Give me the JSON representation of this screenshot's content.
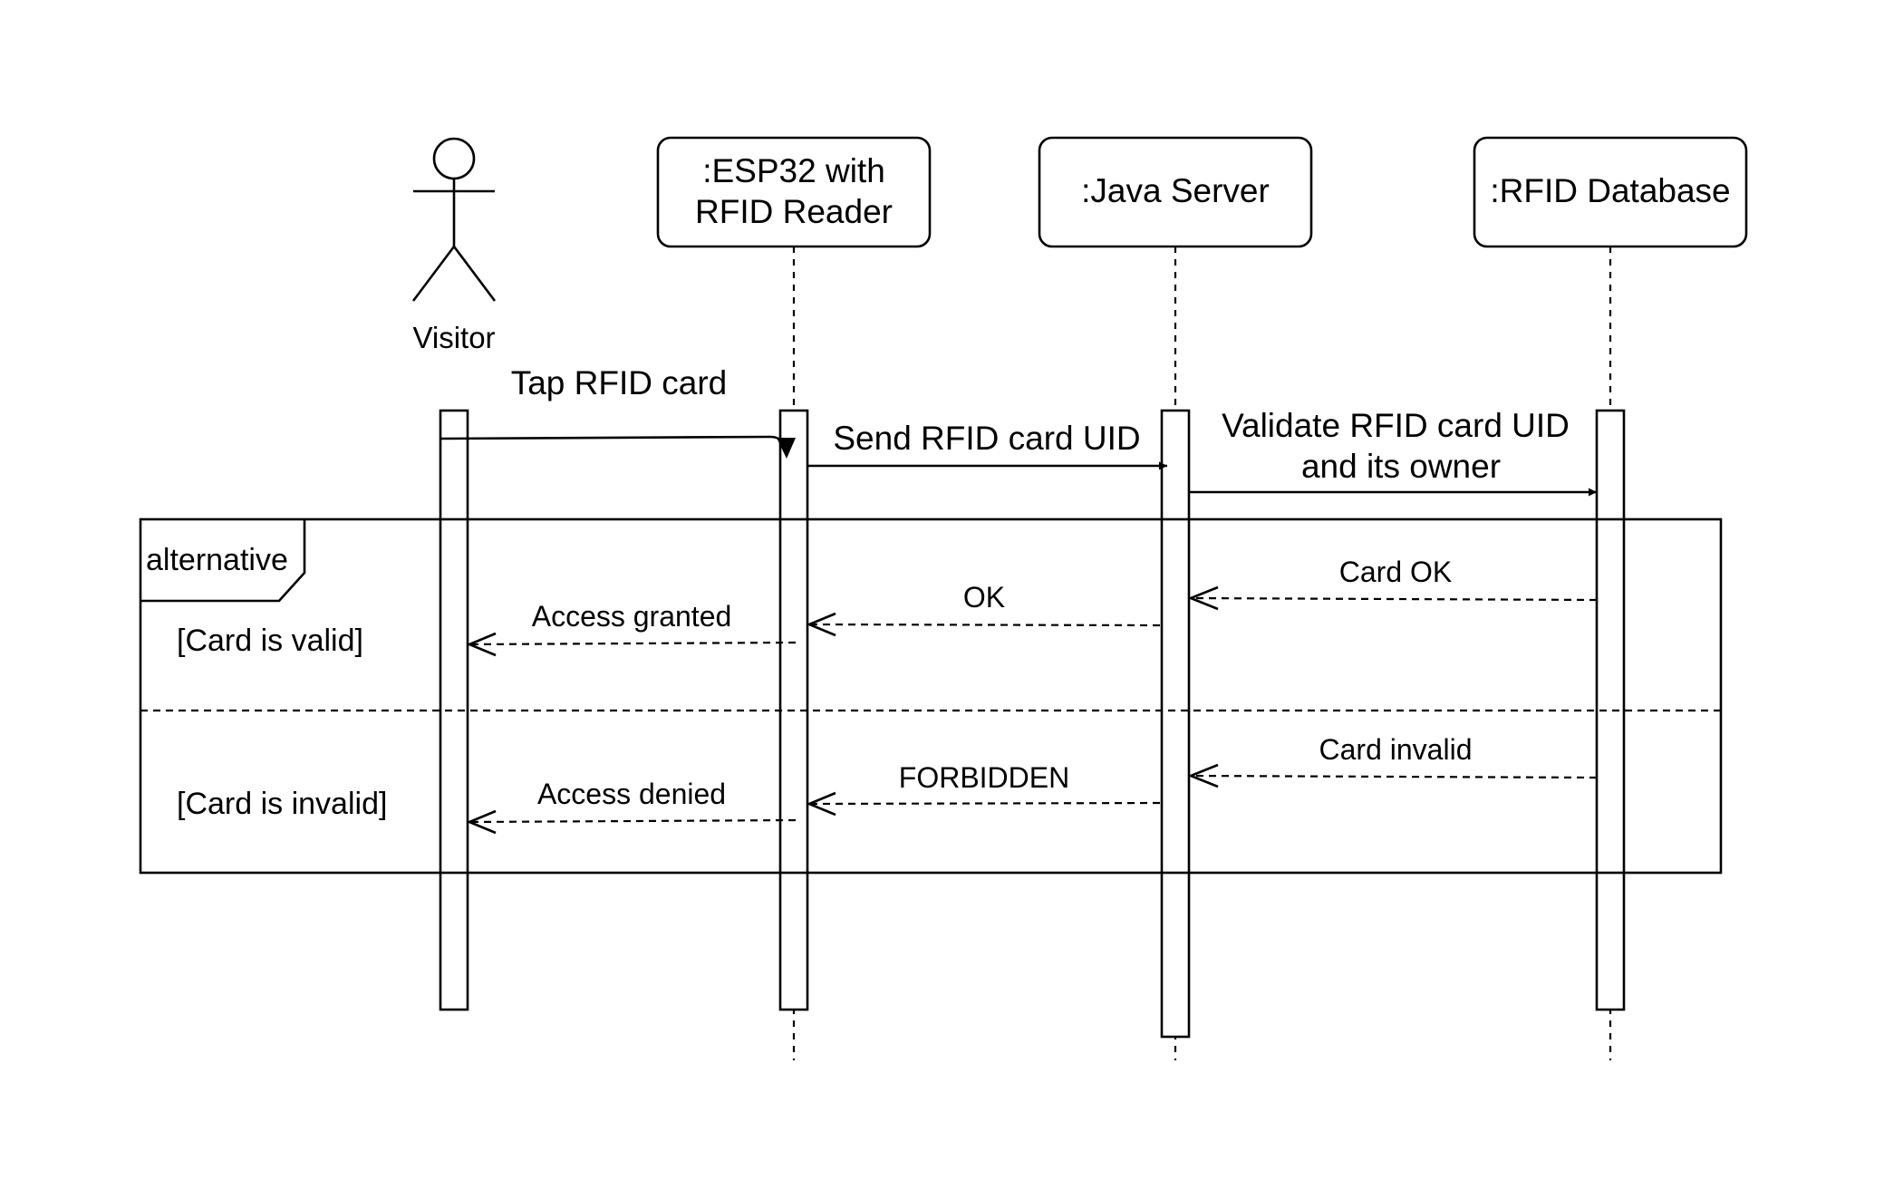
{
  "participants": {
    "visitor": {
      "label": "Visitor",
      "icon": "stick-figure-actor-icon"
    },
    "esp32": {
      "line1": ":ESP32 with",
      "line2": "RFID Reader"
    },
    "server": {
      "label": ":Java Server"
    },
    "database": {
      "label": ":RFID Database"
    }
  },
  "messages": {
    "tap_card": "Tap RFID card",
    "send_uid": "Send RFID card UID",
    "validate_line1": "Validate RFID card UID",
    "validate_line2": "and its owner"
  },
  "fragment": {
    "operator": "alternative",
    "valid_branch": {
      "guard": "[Card is valid]",
      "db_reply": "Card OK",
      "server_reply": "OK",
      "esp_reply": "Access granted"
    },
    "invalid_branch": {
      "guard": "[Card is invalid]",
      "db_reply": "Card invalid",
      "server_reply": "FORBIDDEN",
      "esp_reply": "Access denied"
    }
  },
  "colors": {
    "stroke": "#000000",
    "background": "#ffffff"
  }
}
